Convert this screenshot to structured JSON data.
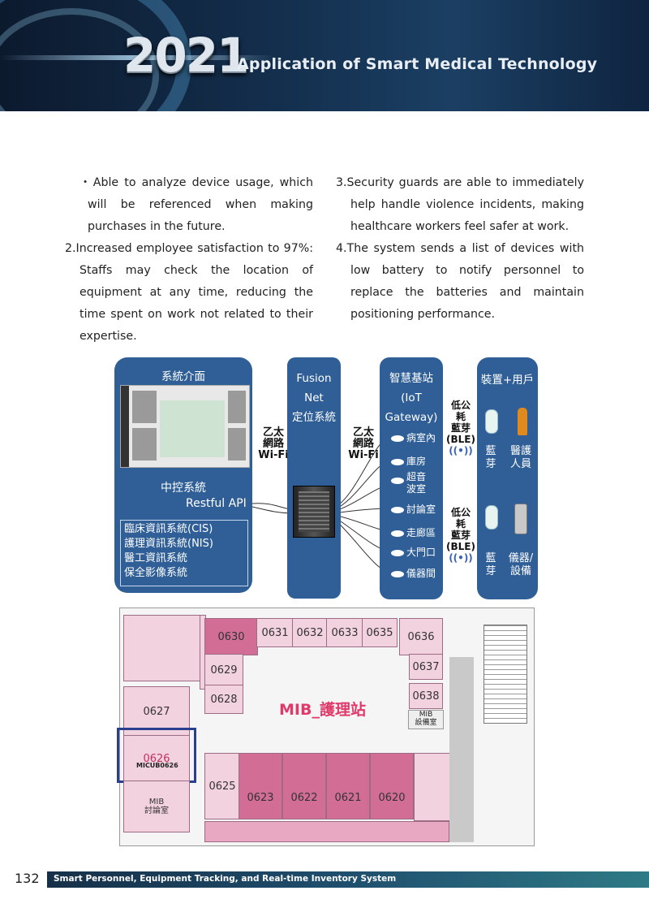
{
  "header": {
    "year": "2021",
    "title": "Application of Smart Medical Technology"
  },
  "body": {
    "left": [
      {
        "marker": "・",
        "text": "Able to analyze device usage, which will be referenced when making purchases in the future."
      },
      {
        "marker": "2.",
        "text": "Increased employee satisfaction to 97%: Staffs may check the location of equipment at any time, reducing the time spent on work not related to their expertise."
      }
    ],
    "right": [
      {
        "marker": "3.",
        "text": "Security guards are able to immediately help handle violence incidents, making healthcare workers feel safer at work."
      },
      {
        "marker": "4.",
        "text": "The system sends a list of devices with low battery to notify personnel to replace the batteries and maintain positioning performance."
      }
    ]
  },
  "diagram": {
    "interface_title": "系統介面",
    "control_system": "中控系統",
    "restful_api": "Restful API",
    "systems": [
      "臨床資訊系統(CIS)",
      "護理資訊系統(NIS)",
      "醫工資訊系統",
      "保全影像系統"
    ],
    "link_left": [
      "乙太",
      "網路",
      "Wi-Fi"
    ],
    "fusion_lines": [
      "Fusion",
      "Net",
      "定位系統"
    ],
    "link_right": [
      "乙太",
      "網路",
      "Wi-Fi"
    ],
    "gateway_lines": [
      "智慧基站",
      "(IoT",
      "Gateway)"
    ],
    "rooms": [
      "病室內",
      "庫房",
      "超音",
      "波室",
      "討論室",
      "走廊區",
      "大門口",
      "儀器間"
    ],
    "ble_top": [
      "低公",
      "耗",
      "藍芽",
      "(BLE)"
    ],
    "ble_bottom": [
      "低公",
      "耗",
      "藍芽",
      "(BLE)"
    ],
    "device_title": "裝置+用戶",
    "bluetooth_top": [
      "藍",
      "芽"
    ],
    "staff": [
      "醫護",
      "人員"
    ],
    "bluetooth_bottom": [
      "藍",
      "芽"
    ],
    "equipment": [
      "儀器/",
      "設備"
    ]
  },
  "floorplan": {
    "top_rooms": [
      "0630",
      "0631",
      "0632",
      "0633",
      "0635",
      "0636"
    ],
    "left_rooms": [
      "0629",
      "0628"
    ],
    "right_rooms": [
      "0637",
      "0638"
    ],
    "west_rooms": [
      "0627",
      "0626"
    ],
    "bottom_rooms": [
      "0625",
      "0623",
      "0622",
      "0621",
      "0620"
    ],
    "station_label": "MIB_護理站",
    "equip_room": [
      "MIB",
      "設備室"
    ],
    "micu_label": "MICUB0626",
    "discussion": [
      "MIB",
      "討論室"
    ],
    "mib_small": "MIB"
  },
  "footer": {
    "page": "132",
    "title": "Smart Personnel, Equipment Tracking, and Real-time Inventory System"
  },
  "colors": {
    "panel": "#2f5f96",
    "room_dark": "#d26e95",
    "room_light": "#f3d2df",
    "highlight": "#2b3f8f"
  }
}
